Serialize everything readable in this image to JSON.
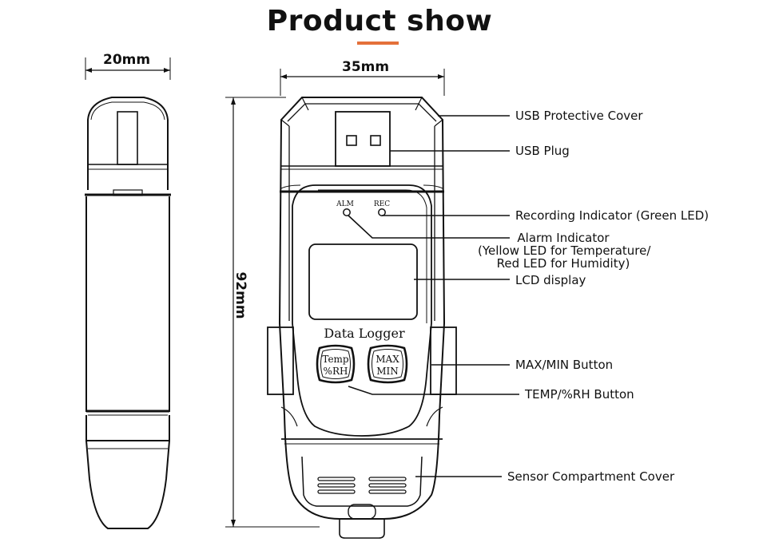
{
  "title": "Product show",
  "accent_color": "#e4703a",
  "dimensions": {
    "thickness": "20mm",
    "width": "35mm",
    "height": "92mm"
  },
  "device": {
    "alm_label": "ALM",
    "rec_label": "REC",
    "brand_text": "Data Logger",
    "temp_button_line1": "Temp",
    "temp_button_line2": "%RH",
    "maxmin_button_line1": "MAX",
    "maxmin_button_line2": "MIN"
  },
  "callouts": {
    "usb_cover": "USB Protective Cover",
    "usb_plug": "USB Plug",
    "recording_indicator": "Recording Indicator (Green LED)",
    "alarm_line1": "Alarm Indicator",
    "alarm_line2": "(Yellow LED for Temperature/",
    "alarm_line3": "Red LED for Humidity)",
    "lcd": "LCD display",
    "maxmin": "MAX/MIN Button",
    "temp_rh": "TEMP/%RH Button",
    "sensor_cover": "Sensor Compartment Cover"
  }
}
